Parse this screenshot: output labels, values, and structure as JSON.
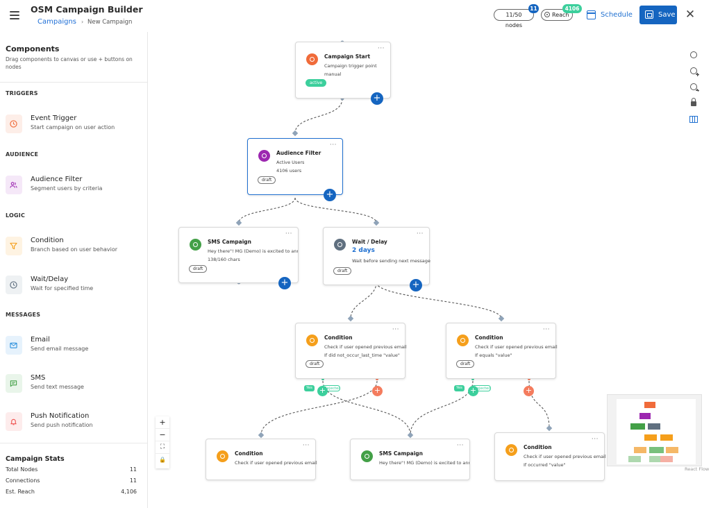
{
  "header": {
    "title": "OSM Campaign Builder",
    "breadcrumb_link": "Campaigns",
    "breadcrumb_sep": "›",
    "breadcrumb_current": "New Campaign",
    "nodes_pill": "11/50 nodes",
    "nodes_badge": "11",
    "reach_pill": "Reach",
    "reach_badge": "4106",
    "schedule_label": "Schedule",
    "save_label": "Save",
    "close_glyph": "✕"
  },
  "sidebar": {
    "title": "Components",
    "subtitle": "Drag components to canvas or use + buttons on nodes",
    "categories": {
      "triggers": "TRIGGERS",
      "audience": "AUDIENCE",
      "logic": "LOGIC",
      "messages": "MESSAGES"
    },
    "items": [
      {
        "name": "Event Trigger",
        "desc": "Start campaign on user action",
        "icon": "clock-icon",
        "color": "#f06b3a"
      },
      {
        "name": "Audience Filter",
        "desc": "Segment users by criteria",
        "icon": "users-icon",
        "color": "#9c27b0"
      },
      {
        "name": "Condition",
        "desc": "Branch based on user behavior",
        "icon": "filter-icon",
        "color": "#f59f1b"
      },
      {
        "name": "Wait/Delay",
        "desc": "Wait for specified time",
        "icon": "clock-icon",
        "color": "#607080"
      },
      {
        "name": "Email",
        "desc": "Send email message",
        "icon": "mail-icon",
        "color": "#2a8fdc"
      },
      {
        "name": "SMS",
        "desc": "Send text message",
        "icon": "message-icon",
        "color": "#43a047"
      },
      {
        "name": "Push Notification",
        "desc": "Send push notification",
        "icon": "bell-icon",
        "color": "#ef5350"
      }
    ],
    "stats": {
      "title": "Campaign Stats",
      "rows": [
        {
          "label": "Total Nodes",
          "value": "11"
        },
        {
          "label": "Connections",
          "value": "11"
        },
        {
          "label": "Est. Reach",
          "value": "4,106"
        }
      ]
    }
  },
  "canvas": {
    "nodes": {
      "start": {
        "title": "Campaign Start",
        "line1": "Campaign trigger point",
        "line2": "manual",
        "tag": "active",
        "menu": "···",
        "icon_color": "#f06b3a"
      },
      "audience": {
        "title": "Audience Filter",
        "line1": "Active Users",
        "line2": "4106 users",
        "tag": "draft",
        "menu": "···",
        "icon_color": "#9c27b0"
      },
      "sms1": {
        "title": "SMS Campaign",
        "line1": "Hey there\"! MG (Demo) is excited to announce a",
        "line2": "138/160 chars",
        "tag": "draft",
        "menu": "···",
        "icon_color": "#43a047"
      },
      "wait": {
        "title": "Wait / Delay",
        "big": "2 days",
        "line2": "Wait before sending next message",
        "tag": "draft",
        "menu": "···",
        "icon_color": "#607080"
      },
      "cond1": {
        "title": "Condition",
        "line1": "Check if user opened previous email",
        "line2": "If did not_occur_last_time \"value\"",
        "tag": "draft",
        "menu": "···",
        "icon_color": "#f59f1b"
      },
      "cond2": {
        "title": "Condition",
        "line1": "Check if user opened previous email",
        "line2": "If equals \"value\"",
        "tag": "draft",
        "menu": "···",
        "icon_color": "#f59f1b"
      },
      "cond3": {
        "title": "Condition",
        "line1": "Check if user opened previous email",
        "menu": "···",
        "icon_color": "#f59f1b"
      },
      "sms2": {
        "title": "SMS Campaign",
        "line1": "Hey there\"! MG (Demo) is excited to announce a",
        "menu": "···",
        "icon_color": "#43a047"
      },
      "cond4": {
        "title": "Condition",
        "line1": "Check if user opened previous email",
        "line2": "If occurred \"value\"",
        "menu": "···",
        "icon_color": "#f59f1b"
      }
    },
    "yes_label": "Yes",
    "rejected_label": "Rejected",
    "plus_glyph": "+",
    "zoom_controls": [
      "+",
      "−",
      "⛶",
      "🔒"
    ],
    "credit": "React Flow",
    "colors": {
      "primary": "#1565c0",
      "success": "#3ccf9c",
      "danger": "#f47c5e"
    }
  }
}
